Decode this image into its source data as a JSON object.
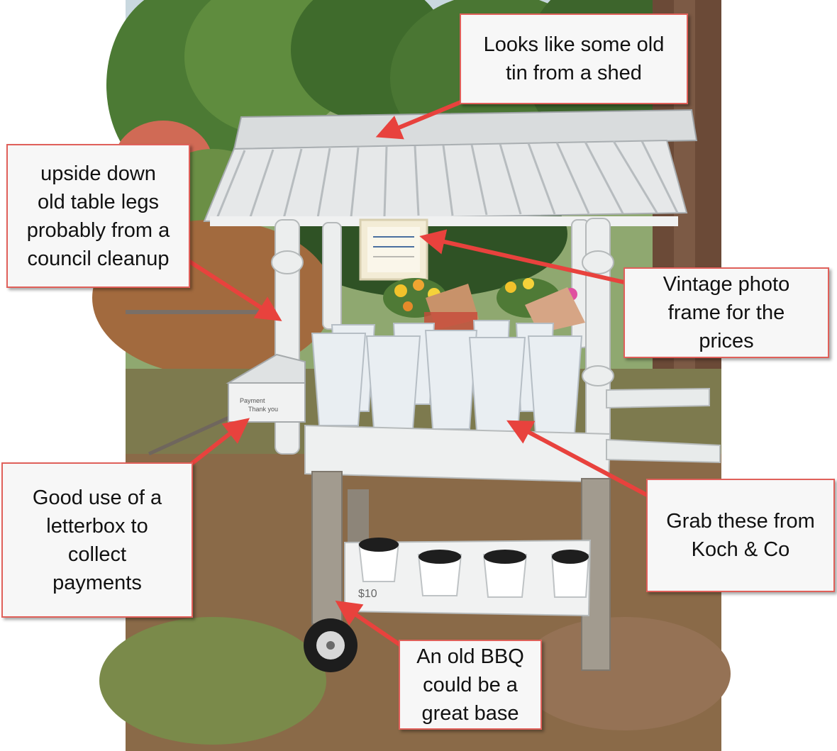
{
  "colors": {
    "callout_border": "#e0605a",
    "callout_fill": "#f7f7f7",
    "arrow": "#e8423d",
    "page_background": "#ffffff"
  },
  "scene": {
    "payment_sign_line1": "Payment",
    "payment_sign_line2": "Thank you",
    "shelf_price": "$10"
  },
  "callouts": {
    "tin_roof": "Looks like some old\ntin from a shed",
    "table_legs": "upside down\nold table legs\nprobably from a\ncouncil cleanup",
    "photo_frame": "Vintage photo\nframe for the\nprices",
    "letterbox": "Good use of a\nletterbox to\ncollect\npayments",
    "buckets": "Grab these from\nKoch & Co",
    "bbq_base": "An old BBQ\ncould be a\ngreat base"
  }
}
